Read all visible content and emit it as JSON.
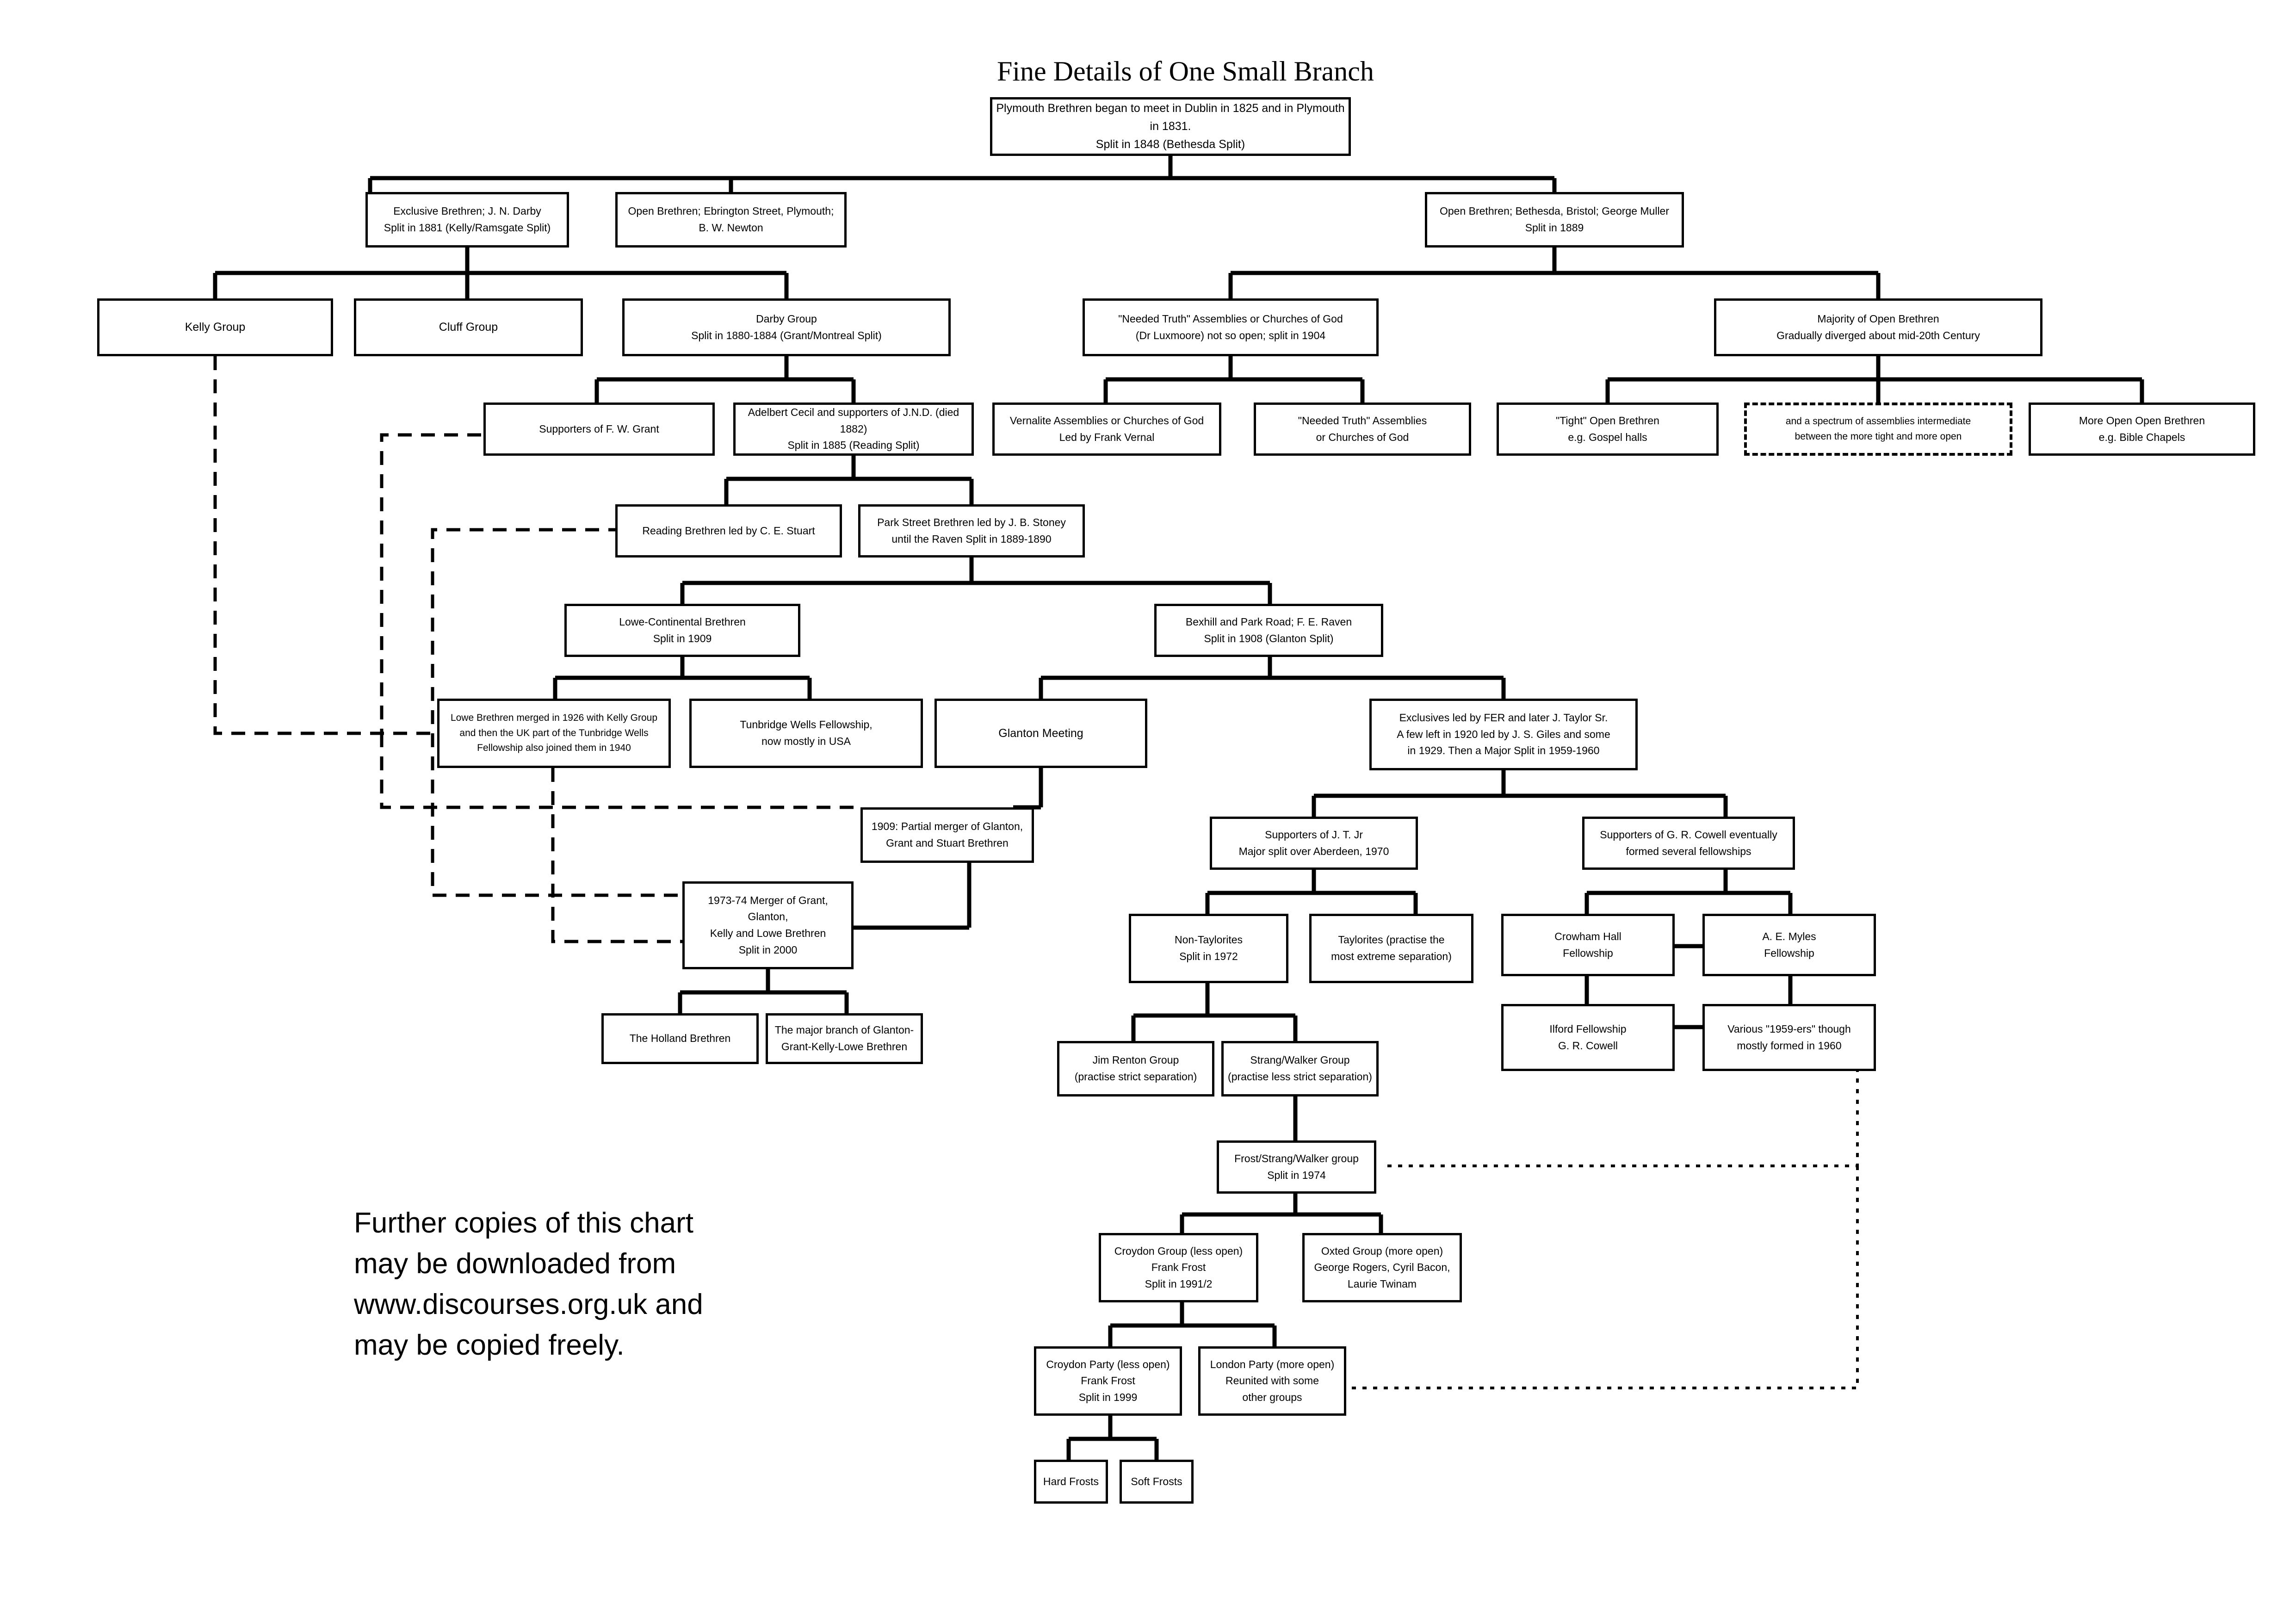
{
  "chart_title": "Fine Details of One Small Branch",
  "footnote": "Further copies of this chart\nmay be downloaded from\nwww.discourses.org.uk and\nmay be copied freely.",
  "colors": {
    "line": "#000000",
    "box_border": "#000000",
    "box_fill": "#ffffff",
    "page": "#ffffff"
  },
  "chart_data": {
    "type": "diagram",
    "title": "Fine Details of One Small Branch",
    "subtype": "organizational-genealogy-tree",
    "nodes": [
      {
        "id": "root",
        "label": "Plymouth Brethren began to meet in Dublin in 1825 and in Plymouth in 1831.\nSplit in 1848 (Bethesda Split)"
      },
      {
        "id": "exclusive",
        "label": "Exclusive Brethren; J. N. Darby\nSplit in 1881 (Kelly/Ramsgate Split)"
      },
      {
        "id": "openplym",
        "label": "Open Brethren; Ebrington Street, Plymouth;\nB. W. Newton"
      },
      {
        "id": "openbristol",
        "label": "Open Brethren; Bethesda, Bristol; George Muller\nSplit in 1889"
      },
      {
        "id": "kelly",
        "label": "Kelly Group"
      },
      {
        "id": "cluff",
        "label": "Cluff Group"
      },
      {
        "id": "darby",
        "label": "Darby Group\nSplit in 1880-1884 (Grant/Montreal Split)"
      },
      {
        "id": "neededtruth",
        "label": "\"Needed Truth\" Assemblies or Churches of God\n(Dr Luxmoore)  not so open; split in 1904"
      },
      {
        "id": "majority",
        "label": "Majority of Open Brethren\nGradually diverged about mid-20th Century"
      },
      {
        "id": "grant",
        "label": "Supporters of F. W. Grant"
      },
      {
        "id": "cecil",
        "label": "Adelbert Cecil and supporters of J.N.D. (died 1882)\nSplit in 1885 (Reading Split)"
      },
      {
        "id": "vernalite",
        "label": "Vernalite Assemblies or Churches of God\nLed by Frank Vernal"
      },
      {
        "id": "ntassem",
        "label": "\"Needed Truth\" Assemblies\nor Churches of God"
      },
      {
        "id": "tight",
        "label": "\"Tight\" Open Brethren\ne.g. Gospel halls"
      },
      {
        "id": "spectrum",
        "label": "and a spectrum of assemblies intermediate\nbetween the more tight and more open"
      },
      {
        "id": "moreopen",
        "label": "More Open Open Brethren\ne.g. Bible Chapels"
      },
      {
        "id": "reading",
        "label": "Reading Brethren led by C. E. Stuart"
      },
      {
        "id": "parkstreet",
        "label": "Park Street Brethren led by J. B. Stoney\nuntil the Raven Split in 1889-1890"
      },
      {
        "id": "lowecont",
        "label": "Lowe-Continental Brethren\nSplit in 1909"
      },
      {
        "id": "bexhill",
        "label": "Bexhill and Park Road; F. E. Raven\nSplit in 1908 (Glanton Split)"
      },
      {
        "id": "lowemerged",
        "label": "Lowe Brethren merged in 1926 with Kelly Group\nand then the UK part of the Tunbridge Wells\nFellowship also joined them in 1940"
      },
      {
        "id": "tunbridge",
        "label": "Tunbridge Wells Fellowship,\nnow mostly in USA"
      },
      {
        "id": "glanton",
        "label": "Glanton Meeting"
      },
      {
        "id": "exclusfer",
        "label": "Exclusives led by FER and later J. Taylor Sr.\nA few left in 1920 led by J. S. Giles and some\nin 1929. Then a Major Split in 1959-1960"
      },
      {
        "id": "merge1909",
        "label": "1909: Partial merger of Glanton,\nGrant and Stuart Brethren"
      },
      {
        "id": "jtjr",
        "label": "Supporters of J. T. Jr\nMajor split over Aberdeen, 1970"
      },
      {
        "id": "cowell",
        "label": "Supporters of G. R. Cowell eventually\nformed several fellowships"
      },
      {
        "id": "merge1973",
        "label": "1973-74 Merger of Grant, Glanton,\nKelly and Lowe Brethren\nSplit in 2000"
      },
      {
        "id": "nontaylor",
        "label": "Non-Taylorites\nSplit in 1972"
      },
      {
        "id": "taylorites",
        "label": "Taylorites (practise the\nmost extreme separation)"
      },
      {
        "id": "crowham",
        "label": "Crowham Hall\nFellowship"
      },
      {
        "id": "myles",
        "label": "A. E. Myles\nFellowship"
      },
      {
        "id": "holland",
        "label": "The Holland Brethren"
      },
      {
        "id": "majorbranch",
        "label": "The major branch of Glanton-\nGrant-Kelly-Lowe Brethren"
      },
      {
        "id": "ilford",
        "label": "Ilford Fellowship\nG. R. Cowell"
      },
      {
        "id": "various59",
        "label": "Various \"1959-ers\" though\nmostly formed in 1960"
      },
      {
        "id": "renton",
        "label": "Jim Renton Group\n(practise strict separation)"
      },
      {
        "id": "strang",
        "label": "Strang/Walker Group\n(practise less strict separation)"
      },
      {
        "id": "frost",
        "label": "Frost/Strang/Walker group\nSplit in 1974"
      },
      {
        "id": "croydongrp",
        "label": "Croydon Group (less open)\nFrank Frost\nSplit in 1991/2"
      },
      {
        "id": "oxted",
        "label": "Oxted Group (more open)\nGeorge Rogers, Cyril Bacon,\nLaurie Twinam"
      },
      {
        "id": "croydonpty",
        "label": "Croydon Party (less open)\nFrank Frost\nSplit in 1999"
      },
      {
        "id": "londonpty",
        "label": "London Party (more open)\nReunited with some\nother groups"
      },
      {
        "id": "hardfrosts",
        "label": "Hard Frosts"
      },
      {
        "id": "softfrosts",
        "label": "Soft Frosts"
      }
    ],
    "edges": [
      {
        "from": "root",
        "to": "exclusive",
        "style": "solid"
      },
      {
        "from": "root",
        "to": "openplym",
        "style": "solid"
      },
      {
        "from": "root",
        "to": "openbristol",
        "style": "solid"
      },
      {
        "from": "exclusive",
        "to": "kelly",
        "style": "solid"
      },
      {
        "from": "exclusive",
        "to": "cluff",
        "style": "solid"
      },
      {
        "from": "exclusive",
        "to": "darby",
        "style": "solid"
      },
      {
        "from": "openbristol",
        "to": "neededtruth",
        "style": "solid"
      },
      {
        "from": "openbristol",
        "to": "majority",
        "style": "solid"
      },
      {
        "from": "darby",
        "to": "grant",
        "style": "solid"
      },
      {
        "from": "darby",
        "to": "cecil",
        "style": "solid"
      },
      {
        "from": "neededtruth",
        "to": "vernalite",
        "style": "solid"
      },
      {
        "from": "neededtruth",
        "to": "ntassem",
        "style": "solid"
      },
      {
        "from": "majority",
        "to": "tight",
        "style": "solid"
      },
      {
        "from": "majority",
        "to": "spectrum",
        "style": "solid"
      },
      {
        "from": "majority",
        "to": "moreopen",
        "style": "solid"
      },
      {
        "from": "cecil",
        "to": "reading",
        "style": "solid"
      },
      {
        "from": "cecil",
        "to": "parkstreet",
        "style": "solid"
      },
      {
        "from": "parkstreet",
        "to": "lowecont",
        "style": "solid"
      },
      {
        "from": "parkstreet",
        "to": "bexhill",
        "style": "solid"
      },
      {
        "from": "lowecont",
        "to": "lowemerged",
        "style": "solid"
      },
      {
        "from": "lowecont",
        "to": "tunbridge",
        "style": "solid"
      },
      {
        "from": "bexhill",
        "to": "glanton",
        "style": "solid"
      },
      {
        "from": "bexhill",
        "to": "exclusfer",
        "style": "solid"
      },
      {
        "from": "glanton",
        "to": "merge1909",
        "style": "solid"
      },
      {
        "from": "exclusfer",
        "to": "jtjr",
        "style": "solid"
      },
      {
        "from": "exclusfer",
        "to": "cowell",
        "style": "solid"
      },
      {
        "from": "merge1909",
        "to": "merge1973",
        "style": "solid"
      },
      {
        "from": "jtjr",
        "to": "nontaylor",
        "style": "solid"
      },
      {
        "from": "jtjr",
        "to": "taylorites",
        "style": "solid"
      },
      {
        "from": "cowell",
        "to": "crowham",
        "style": "solid"
      },
      {
        "from": "cowell",
        "to": "myles",
        "style": "solid"
      },
      {
        "from": "merge1973",
        "to": "holland",
        "style": "solid"
      },
      {
        "from": "merge1973",
        "to": "majorbranch",
        "style": "solid"
      },
      {
        "from": "crowham",
        "to": "ilford",
        "style": "solid"
      },
      {
        "from": "myles",
        "to": "various59",
        "style": "solid"
      },
      {
        "from": "nontaylor",
        "to": "renton",
        "style": "solid"
      },
      {
        "from": "nontaylor",
        "to": "strang",
        "style": "solid"
      },
      {
        "from": "strang",
        "to": "frost",
        "style": "solid"
      },
      {
        "from": "frost",
        "to": "croydongrp",
        "style": "solid"
      },
      {
        "from": "frost",
        "to": "oxted",
        "style": "solid"
      },
      {
        "from": "croydongrp",
        "to": "croydonpty",
        "style": "solid"
      },
      {
        "from": "croydongrp",
        "to": "londonpty",
        "style": "solid"
      },
      {
        "from": "croydonpty",
        "to": "hardfrosts",
        "style": "solid"
      },
      {
        "from": "croydonpty",
        "to": "softfrosts",
        "style": "solid"
      },
      {
        "from": "kelly",
        "to": "lowemerged",
        "style": "dashed"
      },
      {
        "from": "grant",
        "to": "merge1909",
        "style": "dashed"
      },
      {
        "from": "reading",
        "to": "merge1909",
        "style": "dashed"
      },
      {
        "from": "lowemerged",
        "to": "merge1973",
        "style": "dashed"
      },
      {
        "from": "various59",
        "to": "frost",
        "style": "dotted"
      },
      {
        "from": "various59",
        "to": "londonpty",
        "style": "dotted"
      }
    ]
  }
}
